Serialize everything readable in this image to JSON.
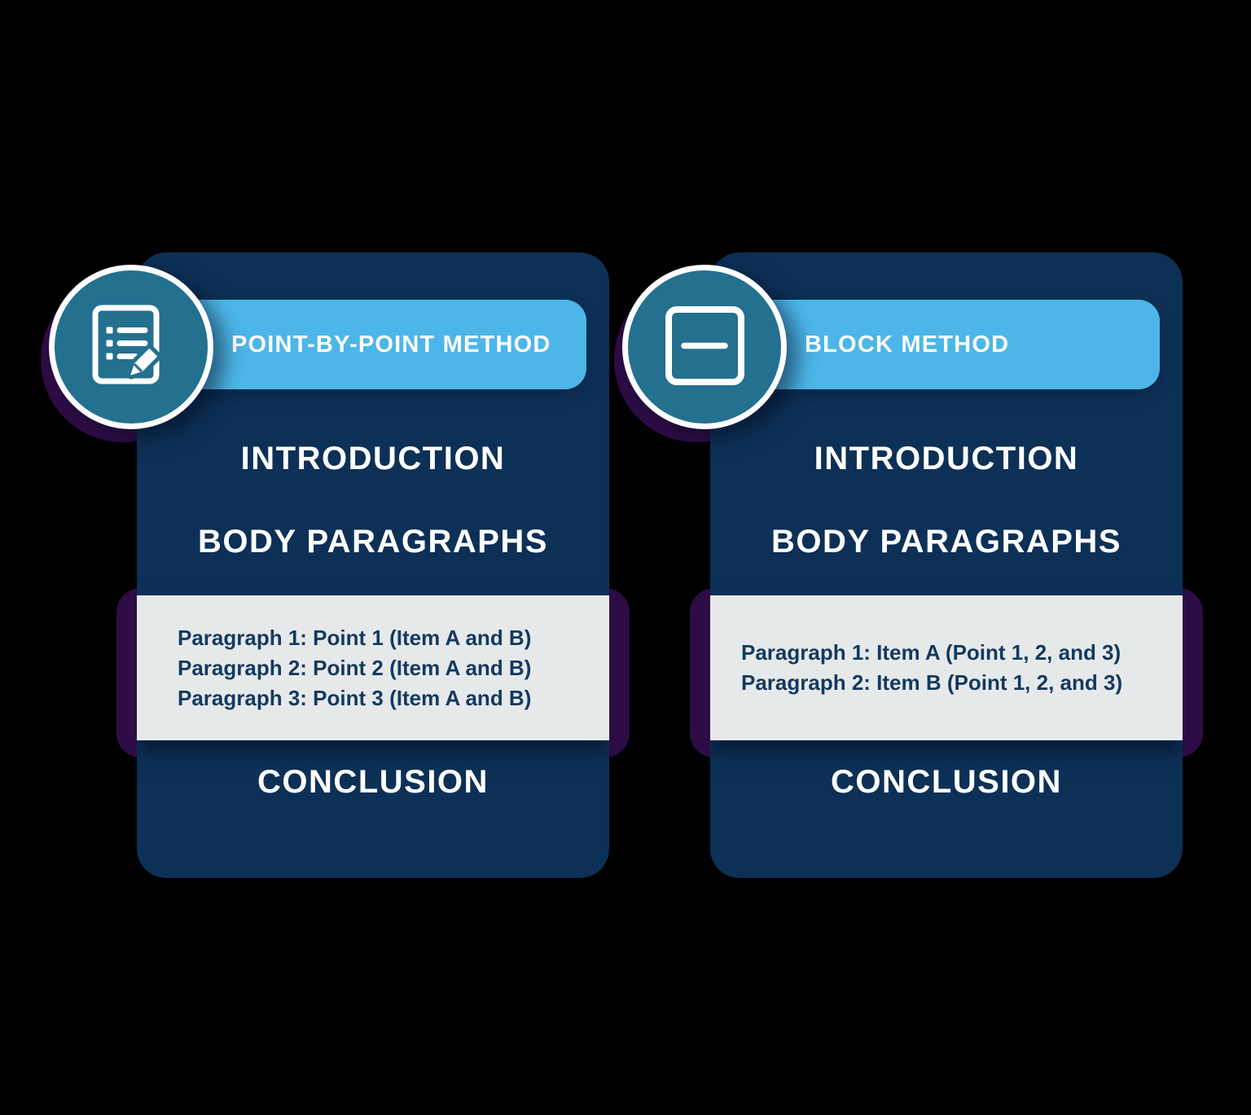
{
  "colors": {
    "background": "#000000",
    "card_navy": "#0d3056",
    "banner_blue": "#4cb6e8",
    "circle_teal": "#24708f",
    "shadow_purple": "#2d0c45",
    "strip_gray": "#e6e9ea",
    "strip_text_navy": "#14395f",
    "heading_text": "#ffffff"
  },
  "cards": [
    {
      "banner_label": "POINT-BY-POINT METHOD",
      "icon": "checklist-pencil-icon",
      "intro_label": "INTRODUCTION",
      "body_label": "BODY PARAGRAPHS",
      "conclusion_label": "CONCLUSION",
      "paragraph_lines": [
        "Paragraph 1: Point 1 (Item A and B)",
        "Paragraph 2: Point 2 (Item A and B)",
        "Paragraph 3: Point 3 (Item A and B)"
      ]
    },
    {
      "banner_label": "BLOCK METHOD",
      "icon": "block-square-icon",
      "intro_label": "INTRODUCTION",
      "body_label": "BODY PARAGRAPHS",
      "conclusion_label": "CONCLUSION",
      "paragraph_lines": [
        "Paragraph 1: Item A (Point 1, 2, and 3)",
        "Paragraph 2: Item B (Point 1, 2, and 3)"
      ]
    }
  ]
}
